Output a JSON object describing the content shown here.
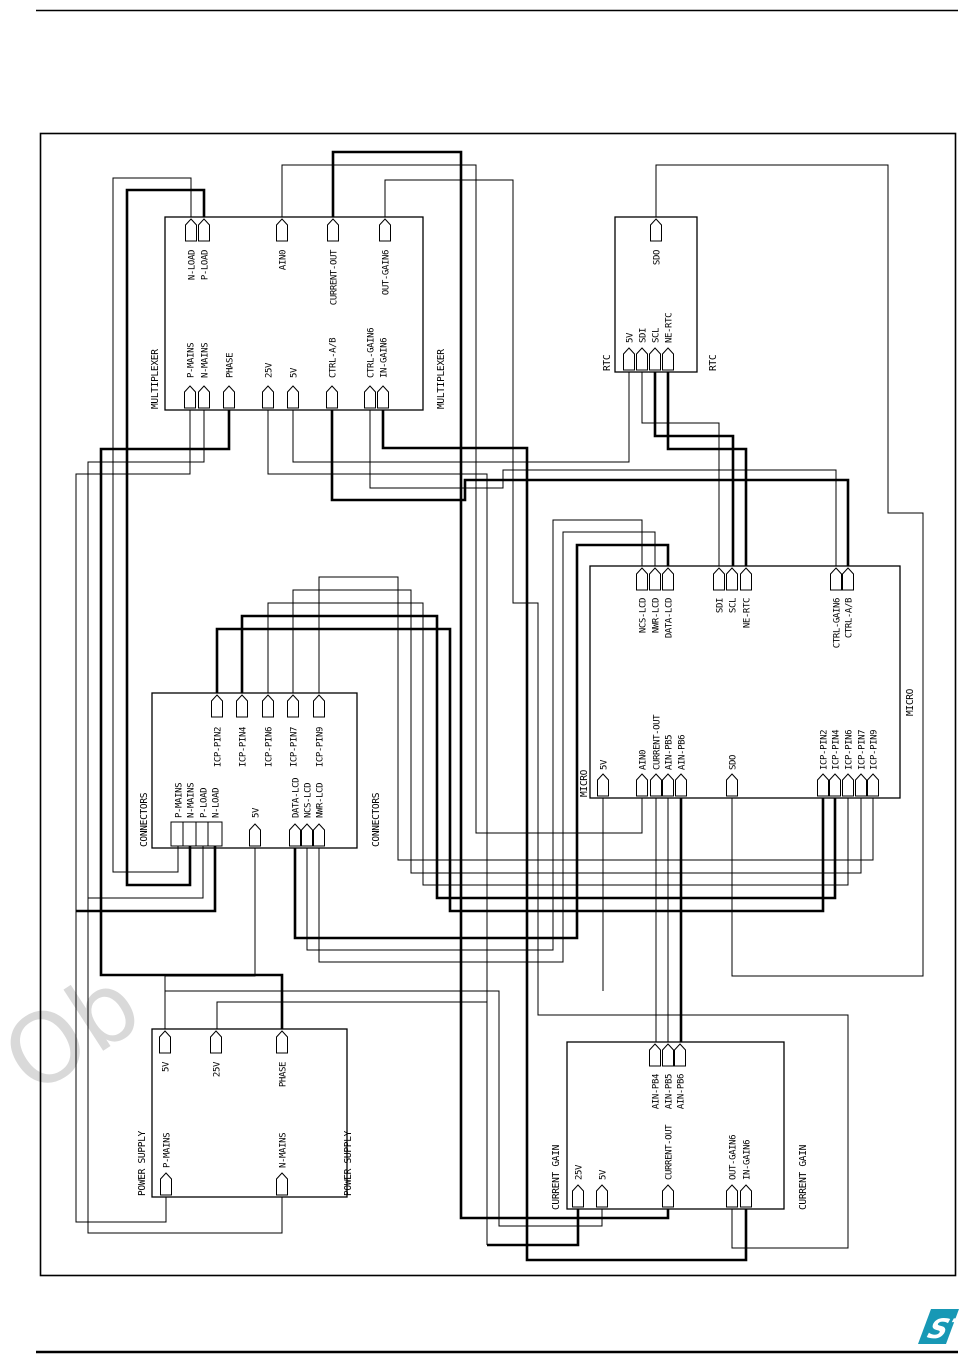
{
  "page": {
    "watermark_text": "Ob",
    "logo_text": "ST",
    "logo_color": "#1798b5"
  },
  "blocks": {
    "multiplexer": {
      "name": "MULTIPLEXER",
      "top_pins": [
        "N-LOAD",
        "P-LOAD",
        "AIN0",
        "CURRENT-OUT",
        "OUT-GAIN6"
      ],
      "bottom_pins": [
        "P-MAINS",
        "N-MAINS",
        "PHASE",
        "25V",
        "5V",
        "CTRL-A/B",
        "CTRL-GAIN6",
        "IN-GAIN6"
      ]
    },
    "rtc": {
      "name": "RTC",
      "top_pins": [
        "SDO"
      ],
      "bottom_pins": [
        "5V",
        "SDI",
        "SCL",
        "NE-RTC"
      ]
    },
    "connectors": {
      "name": "CONNECTORS",
      "top_pins": [
        "ICP-PIN2",
        "ICP-PIN4",
        "ICP-PIN6",
        "ICP-PIN7",
        "ICP-PIN9"
      ],
      "bottom_pins": [
        "P-MAINS",
        "N-MAINS",
        "P-LOAD",
        "N-LOAD",
        "5V",
        "DATA-LCD",
        "NCS-LCD",
        "NWR-LCD"
      ]
    },
    "micro": {
      "name": "MICRO",
      "top_pins": [
        "NCS-LCD",
        "NWR-LCD",
        "DATA-LCD",
        "SDI",
        "SCL",
        "NE-RTC",
        "CTRL-GAIN6",
        "CTRL-A/B"
      ],
      "bottom_pins": [
        "5V",
        "AIN0",
        "CURRENT-OUT",
        "AIN-PB5",
        "AIN-PB6",
        "SDO",
        "ICP-PIN2",
        "ICP-PIN4",
        "ICP-PIN6",
        "ICP-PIN7",
        "ICP-PIN9"
      ]
    },
    "power_supply": {
      "name": "POWER SUPPLY",
      "top_pins": [
        "5V",
        "25V",
        "PHASE"
      ],
      "bottom_pins": [
        "P-MAINS",
        "N-MAINS"
      ]
    },
    "current_gain": {
      "name": "CURRENT GAIN",
      "top_pins": [
        "AIN-PB4",
        "AIN-PB5",
        "AIN-PB6"
      ],
      "bottom_pins": [
        "25V",
        "5V",
        "CURRENT-OUT",
        "OUT-GAIN6",
        "IN-GAIN6"
      ]
    }
  }
}
